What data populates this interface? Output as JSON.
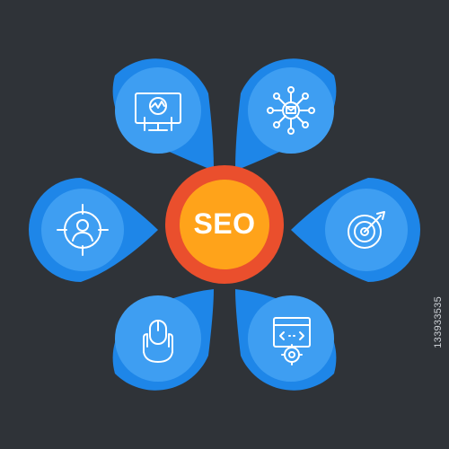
{
  "center": {
    "label": "SEO",
    "ring_color": "#ea4f2d",
    "core_color": "#ffa31a"
  },
  "petals": [
    {
      "name": "monitor-chart",
      "icon": "monitor-analytics-icon"
    },
    {
      "name": "email-network",
      "icon": "email-network-icon"
    },
    {
      "name": "target-audience",
      "icon": "user-crosshair-icon"
    },
    {
      "name": "target-goal",
      "icon": "target-arrow-icon"
    },
    {
      "name": "click-hand",
      "icon": "mouse-hand-icon"
    },
    {
      "name": "web-development",
      "icon": "code-settings-icon"
    }
  ],
  "colors": {
    "background": "#2f3338",
    "petal_outer": "#1e86e8",
    "petal_inner": "#3e9ef2",
    "icon_stroke": "#ffffff"
  },
  "watermark": {
    "stock_id": "133933535"
  }
}
